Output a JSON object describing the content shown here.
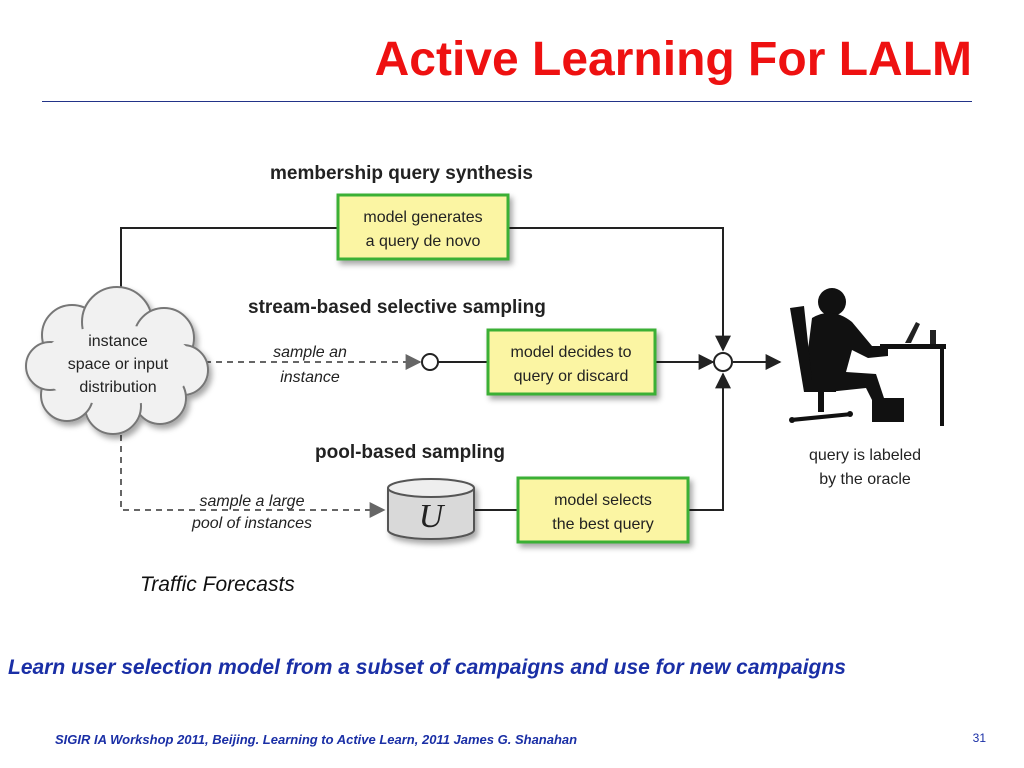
{
  "slide": {
    "title": "Active Learning For LALM",
    "caption": "Traffic Forecasts",
    "summary": "Learn user selection model from a subset of campaigns and use for new campaigns",
    "footer": "SIGIR IA Workshop 2011, Beijing.  Learning to Active Learn,  2011  James G. Shanahan",
    "page_number": "31"
  },
  "diagram": {
    "headings": {
      "membership": "membership query synthesis",
      "stream": "stream-based selective sampling",
      "pool": "pool-based sampling"
    },
    "cloud_lines": [
      "instance",
      "space or input",
      "distribution"
    ],
    "box_membership_lines": [
      "model generates",
      "a query de novo"
    ],
    "box_stream_lines": [
      "model decides to",
      "query or discard"
    ],
    "box_pool_lines": [
      "model selects",
      "the best query"
    ],
    "stream_edge_lines": [
      "sample an",
      "instance"
    ],
    "pool_edge_lines": [
      "sample a large",
      "pool of instances"
    ],
    "pool_symbol": "U",
    "oracle_lines": [
      "query is labeled",
      "by the oracle"
    ],
    "colors": {
      "box_fill": "#fbf5a3",
      "box_stroke": "#3bb034",
      "cloud_fill": "#f1f1f1",
      "line": "#222222",
      "title": "#ee1111",
      "footer": "#1a2fa6"
    }
  }
}
